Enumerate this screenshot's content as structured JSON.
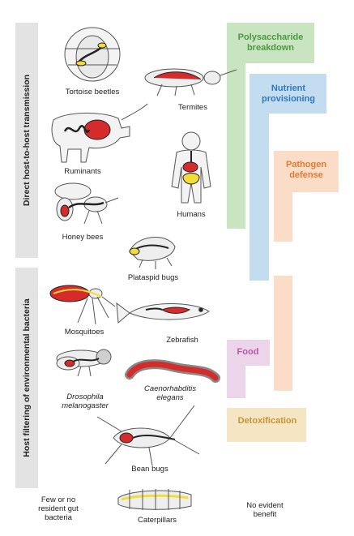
{
  "side_labels": {
    "direct": "Direct host-to-host transmission",
    "host_filtering": "Host filtering of environmental bacteria"
  },
  "organisms": {
    "tortoise_beetles": "Tortoise beetles",
    "termites": "Termites",
    "ruminants": "Ruminants",
    "humans": "Humans",
    "honey_bees": "Honey bees",
    "plataspid_bugs": "Plataspid bugs",
    "mosquitoes": "Mosquitoes",
    "zebrafish": "Zebrafish",
    "drosophila_line1": "Drosophila",
    "drosophila_line2": "melanogaster",
    "caenorhabditis_line1": "Caenorhabditis",
    "caenorhabditis_line2": "elegans",
    "bean_bugs": "Bean bugs",
    "caterpillars": "Caterpillars"
  },
  "bottom_notes": {
    "few_line1": "Few or no",
    "few_line2": "resident gut",
    "few_line3": "bacteria",
    "no_benefit_line1": "No evident",
    "no_benefit_line2": "benefit"
  },
  "benefits": {
    "polysaccharide_line1": "Polysaccharide",
    "polysaccharide_line2": "breakdown",
    "nutrient_line1": "Nutrient",
    "nutrient_line2": "provisioning",
    "pathogen_line1": "Pathogen",
    "pathogen_line2": "defense",
    "food": "Food",
    "detox": "Detoxification"
  },
  "colors": {
    "polysaccharide": "#c9e4c0",
    "polysaccharide_text": "#4a9a3e",
    "nutrient": "#c4dcf0",
    "nutrient_text": "#2f78be",
    "pathogen": "#fbdcc6",
    "pathogen_text": "#e57a33",
    "food": "#ecd4ea",
    "food_text": "#b65aa5",
    "detox": "#f5e5c3",
    "detox_text": "#c69437",
    "gut_red": "#d52b2b",
    "gut_yellow": "#f2dc3a",
    "side_bar": "#e3e3e3"
  }
}
